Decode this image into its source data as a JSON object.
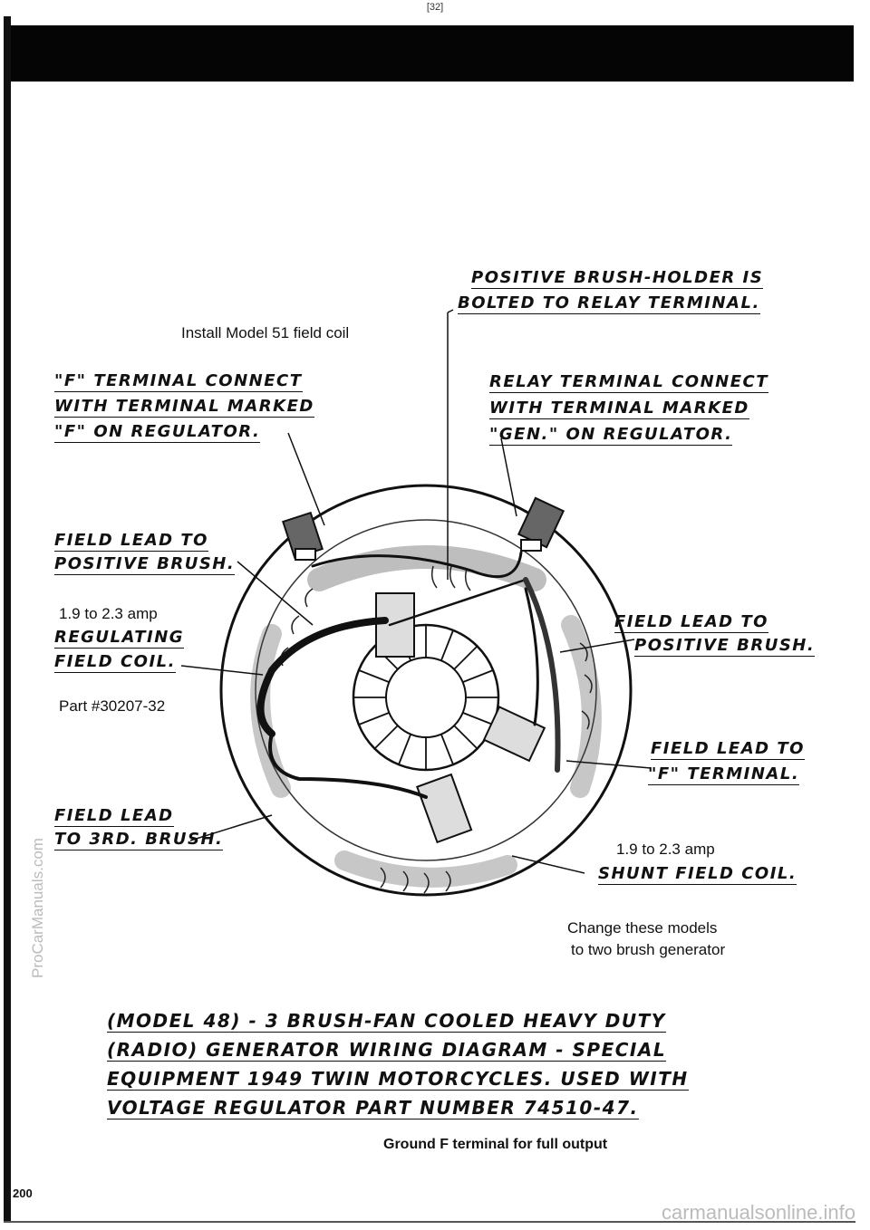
{
  "page_label": "[32]",
  "footer_page_number": "200",
  "watermark_side": "ProCarManuals.com",
  "watermark_bottom": "carmanualsonline.info",
  "typed_notes": {
    "install": "Install Model 51 field coil",
    "amp_left": "1.9 to 2.3 amp",
    "part": "Part #30207-32",
    "amp_right": "1.9 to 2.3 amp",
    "change": [
      "Change these models",
      "to two brush generator"
    ],
    "ground": "Ground F terminal for full output"
  },
  "handwritten_labels": {
    "positive_brush_holder": [
      "Positive Brush-Holder is",
      "Bolted to Relay Terminal."
    ],
    "f_terminal": [
      "\"F\" Terminal Connect",
      "With Terminal Marked",
      "\"F\" On Regulator."
    ],
    "relay_terminal": [
      "Relay Terminal Connect",
      "With Terminal Marked",
      "\"Gen.\" On Regulator."
    ],
    "field_lead_left": [
      "Field Lead To",
      "Positive Brush."
    ],
    "regulating_field_coil": [
      "Regulating",
      "Field Coil."
    ],
    "field_lead_right": [
      "Field Lead To",
      "Positive Brush."
    ],
    "field_lead_f_terminal": [
      "Field Lead To",
      "\"F\" Terminal."
    ],
    "field_lead_3rd": [
      "Field Lead",
      "To 3rd. Brush."
    ],
    "shunt_field_coil": [
      "Shunt Field Coil."
    ]
  },
  "caption": [
    "(Model 48) - 3 Brush-Fan Cooled Heavy Duty",
    "(Radio) Generator Wiring Diagram - Special",
    "Equipment 1949 Twin Motorcycles. Used With",
    "Voltage Regulator Part Number   74510-47."
  ]
}
